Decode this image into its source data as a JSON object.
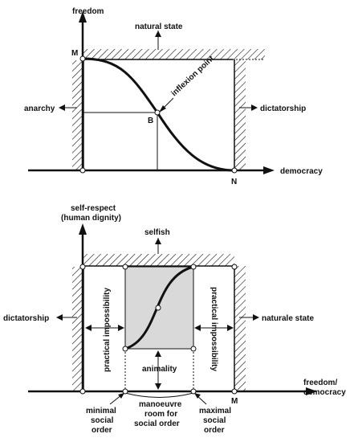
{
  "top_diagram": {
    "y_axis_label": "freedom",
    "x_axis_label": "democracy",
    "natural_state_label": "natural state",
    "anarchy_label": "anarchy",
    "dictatorship_label": "dictatorship",
    "inflexion_label": "inflexion point",
    "point_m": "M",
    "point_b": "B",
    "point_n": "N"
  },
  "bottom_diagram": {
    "y_axis_label_line1": "self-respect",
    "y_axis_label_line2": "(human dignity)",
    "x_axis_label_line1": "freedom/",
    "x_axis_label_line2": "democracy",
    "selfish_label": "selfish",
    "dictatorship_label": "dictatorship",
    "naturale_state_label": "naturale state",
    "practical_impossibility_left": "practical impossibility",
    "practical_impossibility_right": "practical impossibility",
    "animality_label": "animality",
    "point_m": "M",
    "minimal_line1": "minimal",
    "minimal_line2": "social",
    "minimal_line3": "order",
    "manoeuvre_line1": "manoeuvre",
    "manoeuvre_line2": "room for",
    "manoeuvre_line3": "social order",
    "maximal_line1": "maximal",
    "maximal_line2": "social",
    "maximal_line3": "order"
  }
}
